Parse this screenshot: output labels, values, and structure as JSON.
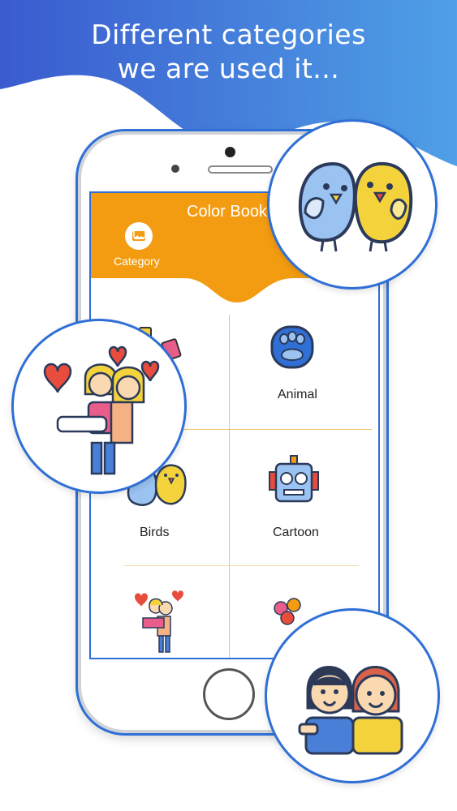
{
  "headline": {
    "line1": "Different categories",
    "line2": "we are used it..."
  },
  "app": {
    "title": "Color Book",
    "category_button_label": "Category"
  },
  "categories": [
    {
      "label": "Animal",
      "icon": "paw-icon"
    },
    {
      "label": "Birds",
      "icon": "birds-icon"
    },
    {
      "label": "Cartoon",
      "icon": "robot-icon"
    },
    {
      "label": "",
      "icon": "couple-icon"
    },
    {
      "label": "",
      "icon": "flowers-icon"
    }
  ],
  "badges": [
    "birds-badge",
    "love-couple-badge",
    "friends-badge"
  ],
  "colors": {
    "background_gradient": [
      "#3b5fd0",
      "#4a90e0"
    ],
    "accent_orange": "#f39c12",
    "phone_border": "#2f6fd6"
  }
}
